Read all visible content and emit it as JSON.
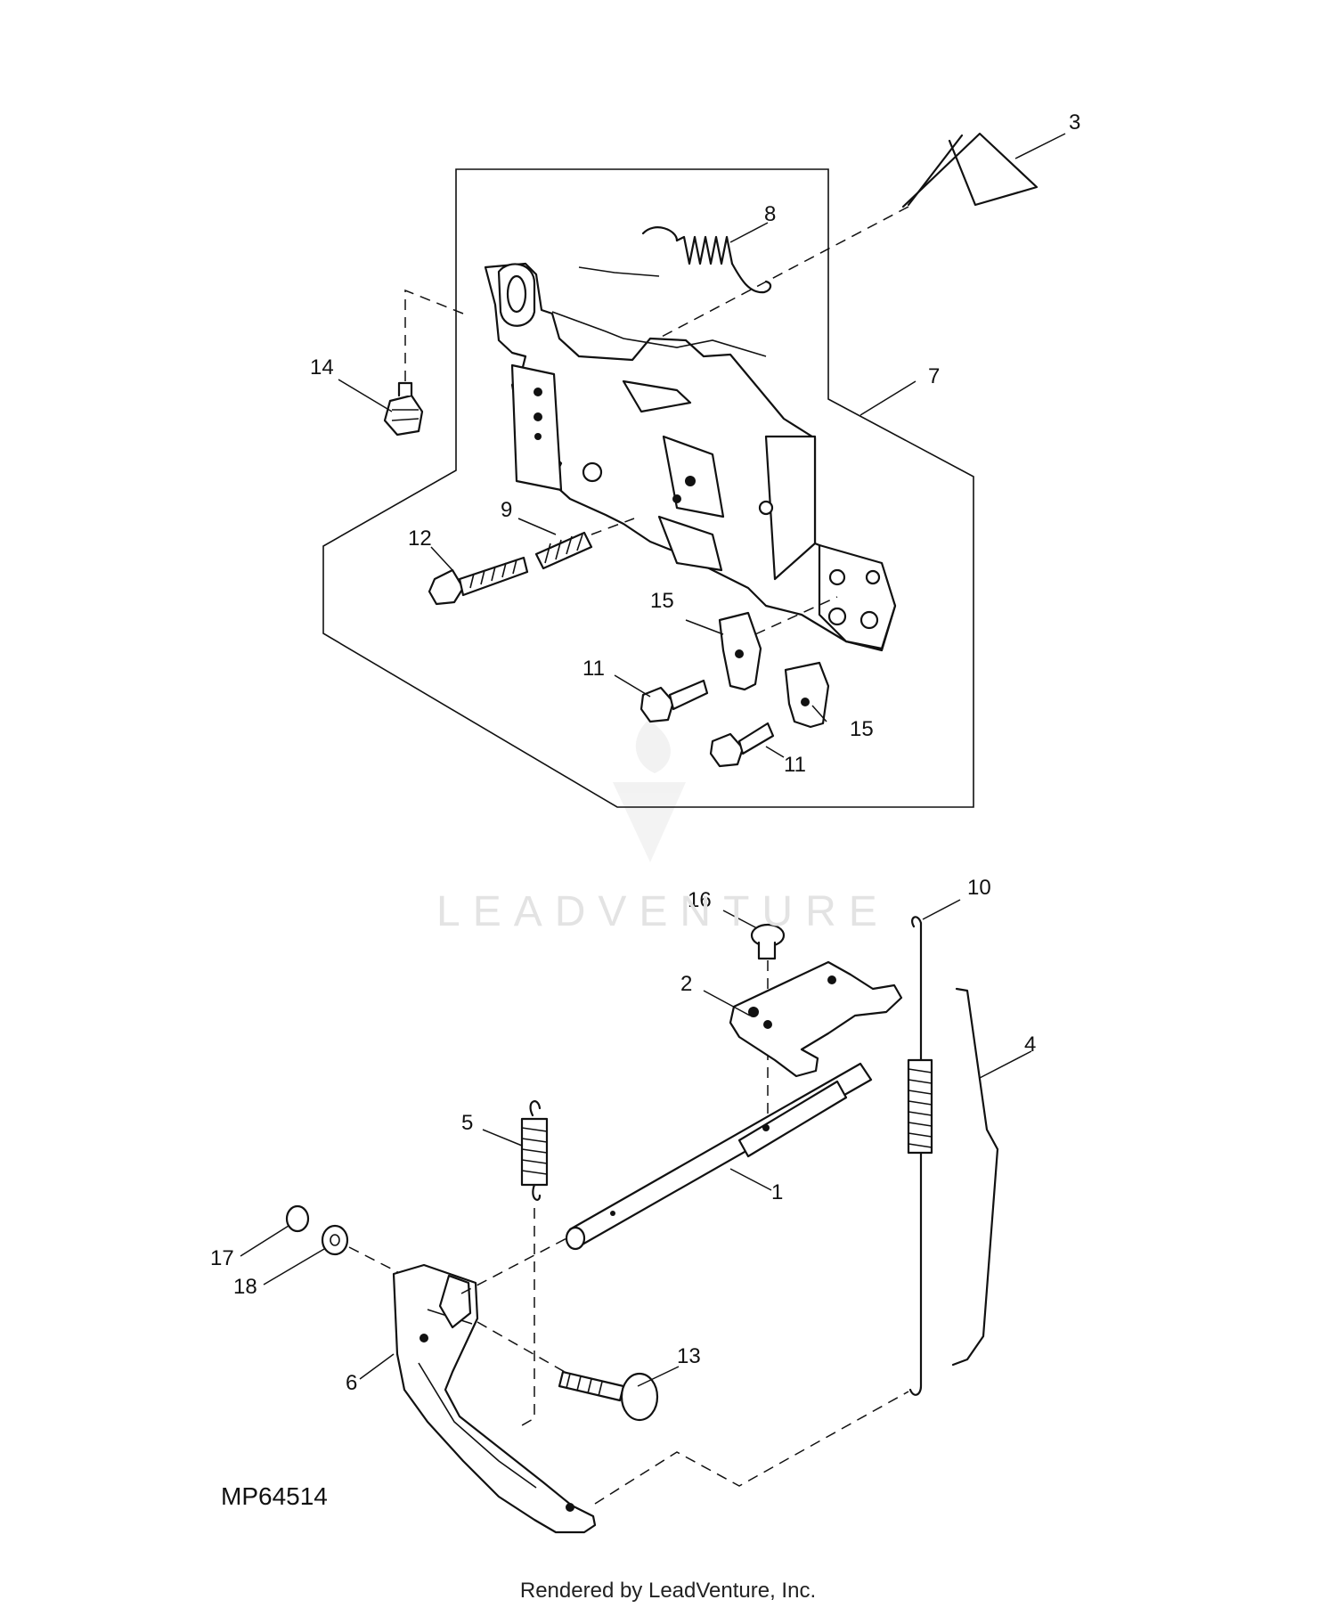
{
  "figure_id": "MP64514",
  "footer": "Rendered by LeadVenture, Inc.",
  "watermark": "LEADVENTURE",
  "callouts": {
    "c1": "1",
    "c2": "2",
    "c3": "3",
    "c4": "4",
    "c5": "5",
    "c6": "6",
    "c7": "7",
    "c8": "8",
    "c9": "9",
    "c10": "10",
    "c11a": "11",
    "c11b": "11",
    "c12": "12",
    "c13": "13",
    "c14": "14",
    "c15a": "15",
    "c15b": "15",
    "c16": "16",
    "c17": "17",
    "c18": "18"
  }
}
